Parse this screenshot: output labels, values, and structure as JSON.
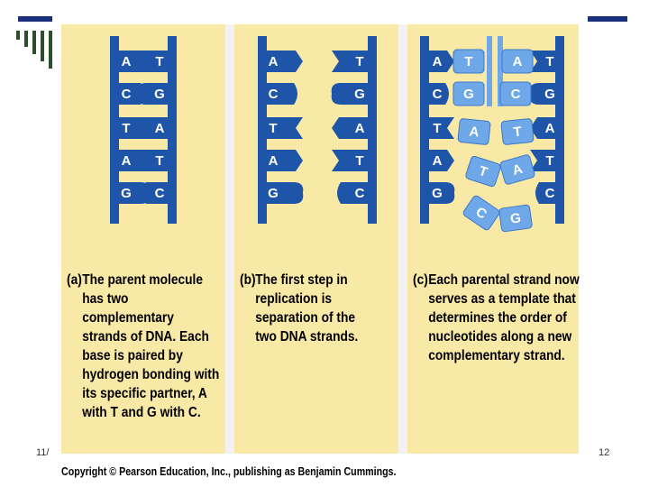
{
  "panels": [
    {
      "id": "a",
      "letter": "(a)",
      "caption": "The parent molecule has two complementary strands of DNA. Each base is paired by hydrogen bonding with its specific partner, A with T and G with C.",
      "pairs": [
        [
          "A",
          "T"
        ],
        [
          "C",
          "G"
        ],
        [
          "T",
          "A"
        ],
        [
          "A",
          "T"
        ],
        [
          "G",
          "C"
        ]
      ]
    },
    {
      "id": "b",
      "letter": "(b)",
      "caption": "The first step in replication is separation of the two DNA strands.",
      "pairs": [
        [
          "A",
          "T"
        ],
        [
          "C",
          "G"
        ],
        [
          "T",
          "A"
        ],
        [
          "A",
          "T"
        ],
        [
          "G",
          "C"
        ]
      ]
    },
    {
      "id": "c",
      "letter": "(c)",
      "caption": "Each parental strand now serves as a template that determines the order of nucleotides along a new complementary strand.",
      "left_pairs": [
        [
          "A",
          "T"
        ],
        [
          "C",
          "G"
        ],
        [
          "T",
          "A"
        ],
        [
          "A",
          "T"
        ],
        [
          "G",
          "C"
        ]
      ],
      "right_pairs": [
        [
          "A",
          "T"
        ],
        [
          "C",
          "G"
        ],
        [
          "T",
          "A"
        ],
        [
          "A",
          "T"
        ],
        [
          "G",
          "C"
        ]
      ]
    }
  ],
  "footer": {
    "date": "11/",
    "page_number": "12",
    "copyright": "Copyright © Pearson Education, Inc., publishing as Benjamin Cummings."
  },
  "colors": {
    "backbone": "#1f55a8",
    "new_strand": "#6fa8e8",
    "panel_bg": "#f9e9a6",
    "decor": "#1a2f7a"
  }
}
